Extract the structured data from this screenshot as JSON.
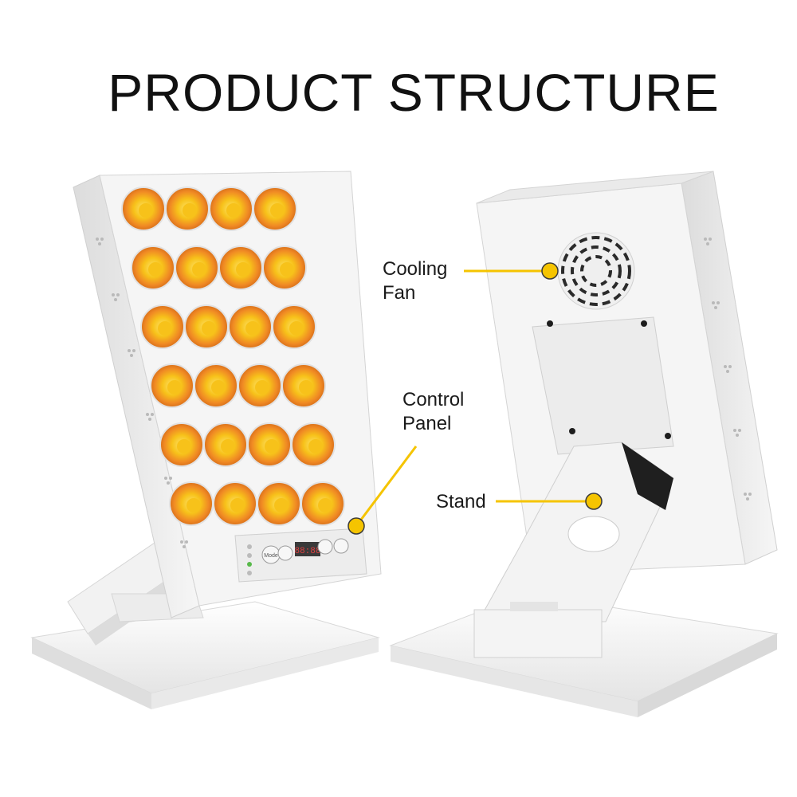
{
  "title": "PRODUCT STRUCTURE",
  "labels": {
    "cooling_fan_line1": "Cooling",
    "cooling_fan_line2": "Fan",
    "control_panel_line1": "Control",
    "control_panel_line2": "Panel",
    "stand": "Stand"
  },
  "control_panel": {
    "mode_button": "Mode",
    "display": "88:88"
  },
  "colors": {
    "callout": "#f5c400",
    "led_outer": "#f08a24",
    "led_core": "#f7c21a",
    "body": "#f4f4f4"
  }
}
